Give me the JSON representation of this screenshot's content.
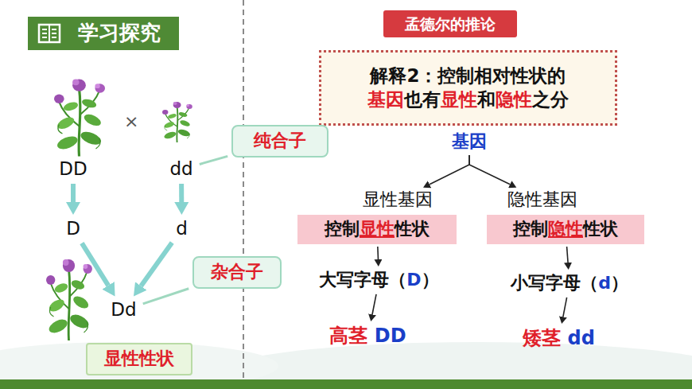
{
  "diagram": {
    "nodes": [
      {
        "text": [
          "学习探究"
        ]
      },
      {
        "text": [
          "孟德尔的推论"
        ]
      },
      {
        "text": [
          "解释2：控制相对性状的 基因也有显性和隐性之分"
        ]
      },
      {
        "text": [
          "DD"
        ]
      },
      {
        "text": [
          "dd"
        ]
      },
      {
        "text": [
          "纯合子"
        ]
      },
      {
        "text": [
          "D"
        ]
      },
      {
        "text": [
          "d"
        ]
      },
      {
        "text": [
          "基因"
        ]
      },
      {
        "text": [
          "显性基因"
        ]
      },
      {
        "text": [
          "隐性基因"
        ]
      },
      {
        "text": [
          "控制显性性状"
        ]
      },
      {
        "text": [
          "控制隐性性状"
        ]
      },
      {
        "text": [
          "Dd"
        ]
      },
      {
        "text": [
          "杂合子"
        ]
      },
      {
        "text": [
          "大写字母（D）"
        ]
      },
      {
        "text": [
          "小写字母（d）"
        ]
      },
      {
        "text": [
          "显性性状"
        ]
      },
      {
        "text": [
          "高茎 DD"
        ]
      },
      {
        "text": [
          "矮茎 dd"
        ]
      }
    ],
    "edges": [
      {
        "from": 3,
        "to": 6,
        "arrow": "to"
      },
      {
        "from": 4,
        "to": 7,
        "arrow": "to"
      },
      {
        "from": 6,
        "to": 13,
        "arrow": "to"
      },
      {
        "from": 7,
        "to": 13,
        "arrow": "to"
      },
      {
        "from": 5,
        "to": 4,
        "arrow": "none"
      },
      {
        "from": 8,
        "to": 9,
        "arrow": "to"
      },
      {
        "from": 8,
        "to": 10,
        "arrow": "to"
      },
      {
        "from": 11,
        "to": 15,
        "arrow": "to"
      },
      {
        "from": 12,
        "to": 16,
        "arrow": "to"
      },
      {
        "from": 14,
        "to": 13,
        "arrow": "none"
      },
      {
        "from": 15,
        "to": 18,
        "arrow": "to"
      },
      {
        "from": 16,
        "to": 19,
        "arrow": "to"
      }
    ],
    "labels": [
      "×"
    ]
  }
}
